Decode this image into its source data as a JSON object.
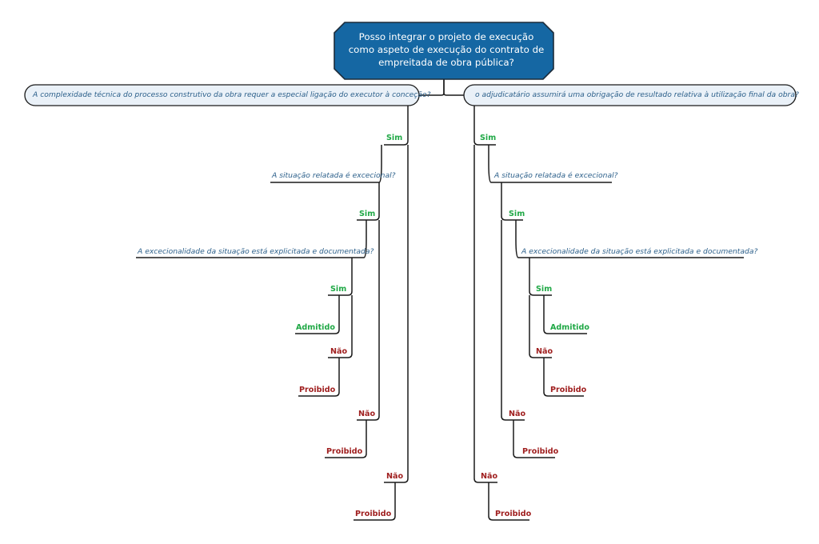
{
  "root": {
    "lines": [
      "Posso integrar o projeto de execução",
      "como aspeto de execução do contrato de",
      "empreitada de obra pública?"
    ],
    "fill": "#1567a3",
    "border": "#1c2b3a"
  },
  "left_question": "A complexidade técnica do processo construtivo da obra requer a especial ligação do executor à conceção?",
  "right_question": "o adjudicatário assumirá uma obrigação de resultado relativa à utilização final da obra?",
  "q_excecional": "A situação relatada é excecional?",
  "q_documentada": "A excecionalidade da situação está explicitada e documentada?",
  "answers": {
    "sim": "Sim",
    "nao": "Não"
  },
  "outcomes": {
    "admitido": "Admitido",
    "proibido": "Proibido"
  },
  "colors": {
    "pill_fill": "#eaf1f8",
    "question_text": "#2b5f8a",
    "sim": "#1fa845",
    "nao": "#a02020",
    "line": "#1a1a1a"
  }
}
